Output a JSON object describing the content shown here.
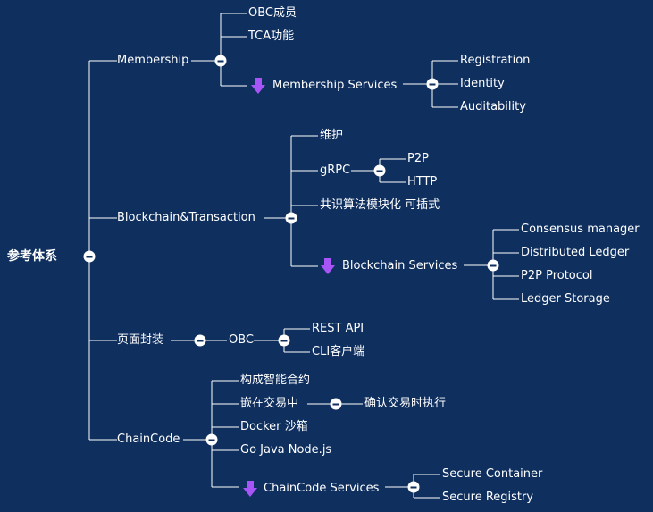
{
  "mindmap": {
    "root": "参考体系",
    "membership": {
      "label": "Membership",
      "children": [
        "OBC成员",
        "TCA功能"
      ],
      "services": {
        "label": "Membership Services",
        "children": [
          "Registration",
          "Identity",
          "Auditability"
        ]
      }
    },
    "blockchain": {
      "label": "Blockchain&Transaction",
      "maintain": "维护",
      "grpc": {
        "label": "gRPC",
        "children": [
          "P2P",
          "HTTP"
        ]
      },
      "consensus": "共识算法模块化 可插式",
      "services": {
        "label": "Blockchain Services",
        "children": [
          "Consensus manager",
          "Distributed Ledger",
          "P2P Protocol",
          "Ledger Storage"
        ]
      }
    },
    "page": {
      "label": "页面封装",
      "obc": {
        "label": "OBC",
        "children": [
          "REST API",
          "CLI客户端"
        ]
      }
    },
    "chaincode": {
      "label": "ChainCode",
      "children": [
        "构成智能合约",
        "Docker 沙箱",
        "Go Java Node.js"
      ],
      "embed": {
        "label": "嵌在交易中",
        "child": "确认交易时执行"
      },
      "services": {
        "label": "ChainCode Services",
        "children": [
          "Secure Container",
          "Secure Registry"
        ]
      }
    }
  }
}
